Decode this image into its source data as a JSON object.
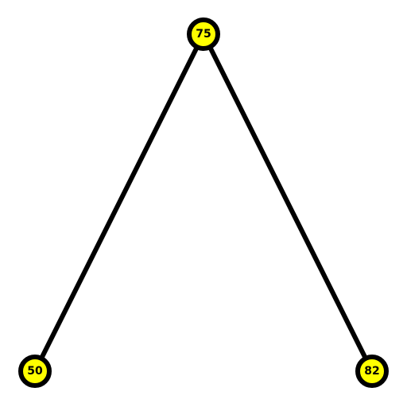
{
  "colors": {
    "node_fill": "#ffff00",
    "stroke": "#000000",
    "text": "#000000"
  },
  "tree": {
    "nodes": [
      {
        "id": "root",
        "label": "75"
      },
      {
        "id": "left",
        "label": "50"
      },
      {
        "id": "right",
        "label": "82"
      }
    ],
    "edges": [
      {
        "from": "root",
        "to": "left"
      },
      {
        "from": "root",
        "to": "right"
      }
    ]
  }
}
